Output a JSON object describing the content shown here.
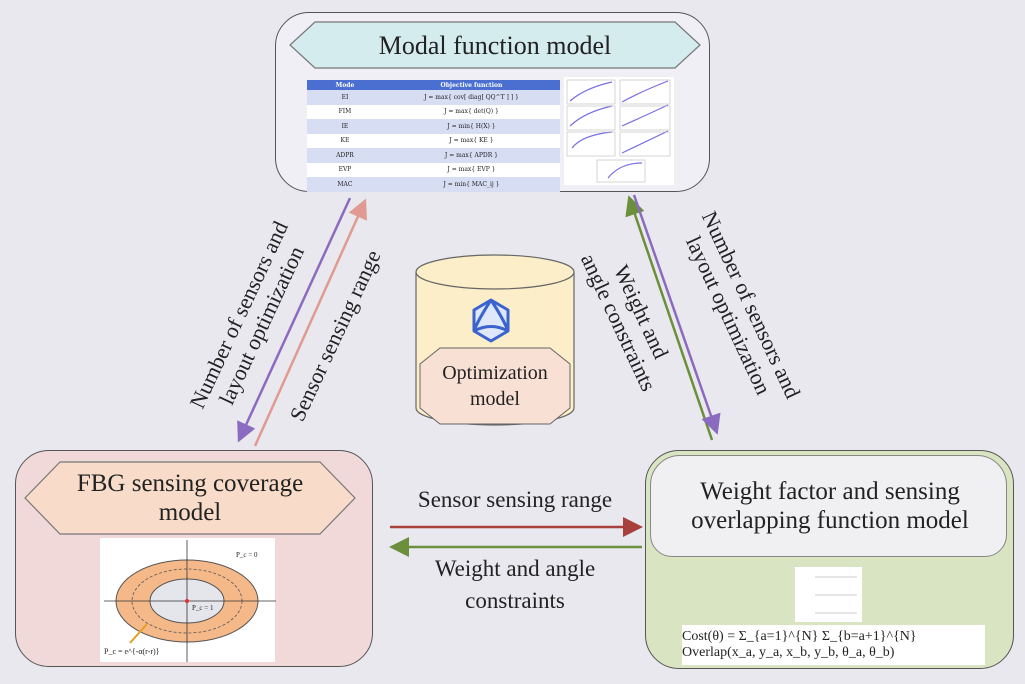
{
  "modal_box": {
    "title": "Modal function model",
    "table": {
      "headers": [
        "Mode",
        "Objective function"
      ],
      "rows": [
        [
          "EI",
          "J = max{ cov[ diag[ QQ^T ] ] }"
        ],
        [
          "FIM",
          "J = max{ det(Q) }"
        ],
        [
          "IE",
          "J = min{ H(X) }"
        ],
        [
          "KE",
          "J = max{ KE }"
        ],
        [
          "ADPR",
          "J = max{ APDR }"
        ],
        [
          "EVP",
          "J = max{ EVP }"
        ],
        [
          "MAC",
          "J = min{ MAC_ij }"
        ]
      ]
    }
  },
  "optimization": {
    "title": "Optimization model",
    "icon": "polyhedron-icon"
  },
  "fbg_box": {
    "title": "FBG sensing coverage model",
    "figure_labels": {
      "outer": "P_c = 0",
      "inner": "P_c = 1",
      "decay": "P_c = e^{-α(r-r)}"
    }
  },
  "weight_box": {
    "title": "Weight factor and sensing overlapping function model",
    "cost_formula": "Cost(θ) = Σ_{a=1}^{N} Σ_{b=a+1}^{N} Overlap(x_a, y_a, x_b, y_b, θ_a, θ_b)"
  },
  "arrows": {
    "left_down": "Number of sensors and layout optimization",
    "left_up": "Sensor sensing range",
    "right_down": "Number of sensors and layout optimization",
    "right_up": "Weight and angle constraints",
    "horizontal_right": "Sensor sensing range",
    "horizontal_left": "Weight and angle constraints"
  },
  "colors": {
    "background": "#e9e8ef",
    "purple_arrow": "#8b6bbf",
    "pink_arrow": "#e09a92",
    "green_arrow": "#6b8f3a",
    "red_arrow": "#a8403c",
    "modal_banner": "#d5ecef",
    "fbg_fill": "#f1d9da",
    "weight_fill": "#d8e4c2",
    "cylinder_fill": "#fbeec8"
  }
}
